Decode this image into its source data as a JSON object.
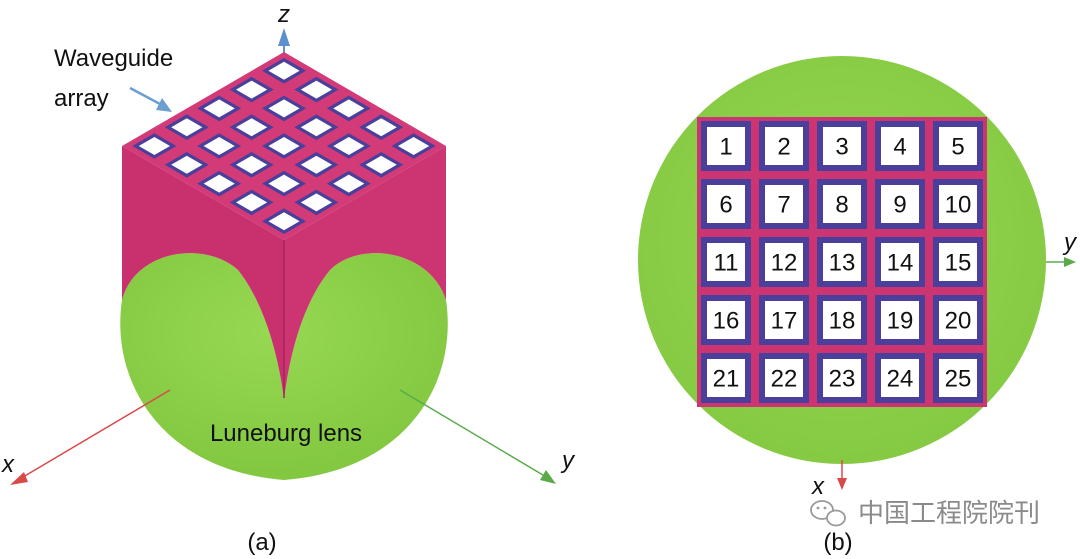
{
  "panel_a": {
    "caption": "(a)",
    "axis_z": "z",
    "axis_x": "x",
    "axis_y": "y",
    "waveguide_label_line1": "Waveguide",
    "waveguide_label_line2": "array",
    "lens_label": "Luneburg lens"
  },
  "panel_b": {
    "caption": "(b)",
    "axis_y": "y",
    "axis_x": "x",
    "cell_numbers": [
      "1",
      "2",
      "3",
      "4",
      "5",
      "6",
      "7",
      "8",
      "9",
      "10",
      "11",
      "12",
      "13",
      "14",
      "15",
      "16",
      "17",
      "18",
      "19",
      "20",
      "21",
      "22",
      "23",
      "24",
      "25"
    ]
  },
  "watermark": "中国工程院院刊",
  "colors": {
    "lens": "#8ed24a",
    "lens_dark": "#7cc23c",
    "cube_side": "#c8306e",
    "cube_top": "#d33a78",
    "cell_border": "#4a3f9a",
    "cell_fill": "#ffffff",
    "axis_z": "#5b8fd0",
    "axis_x": "#d84a4a",
    "axis_y": "#5aaa4a",
    "arrow": "#6a9fd0"
  }
}
